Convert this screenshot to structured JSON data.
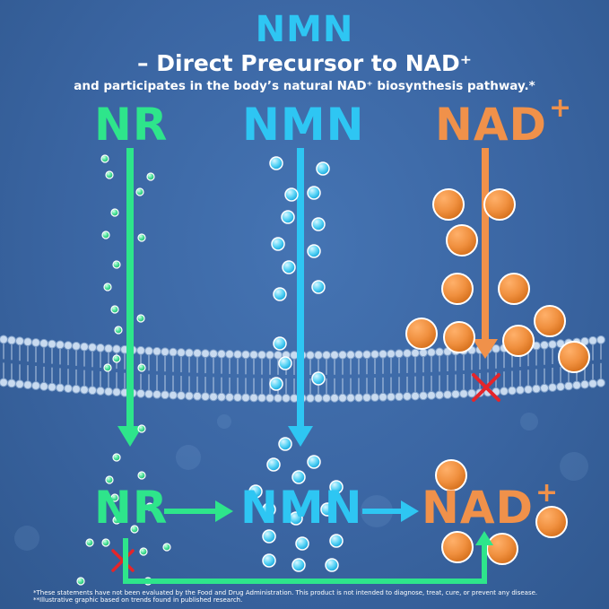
{
  "header": {
    "title": "NMN",
    "subtitle": "– Direct Precursor to NAD⁺",
    "subtitle2": "and participates in the body’s natural NAD⁺ biosynthesis pathway.*"
  },
  "labels": {
    "nr_top": "NR",
    "nmn_top": "NMN",
    "nad_top": "NAD",
    "nad_plus": "+",
    "nr_bottom": "NR",
    "nmn_bottom": "NMN",
    "nad_bottom": "NAD"
  },
  "footer": {
    "disclaimer_1": "*These statements have not been evaluated by the Food and Drug Administration. This product is not intended to diagnose, treat, cure, or prevent any disease.",
    "disclaimer_2": "**Illustrative graphic based on trends found in published research."
  },
  "colors": {
    "nr": "#2ee58b",
    "nmn": "#2ec6f3",
    "nad": "#f0914a",
    "blocked": "#e5252a",
    "background": "#3b67a3"
  }
}
